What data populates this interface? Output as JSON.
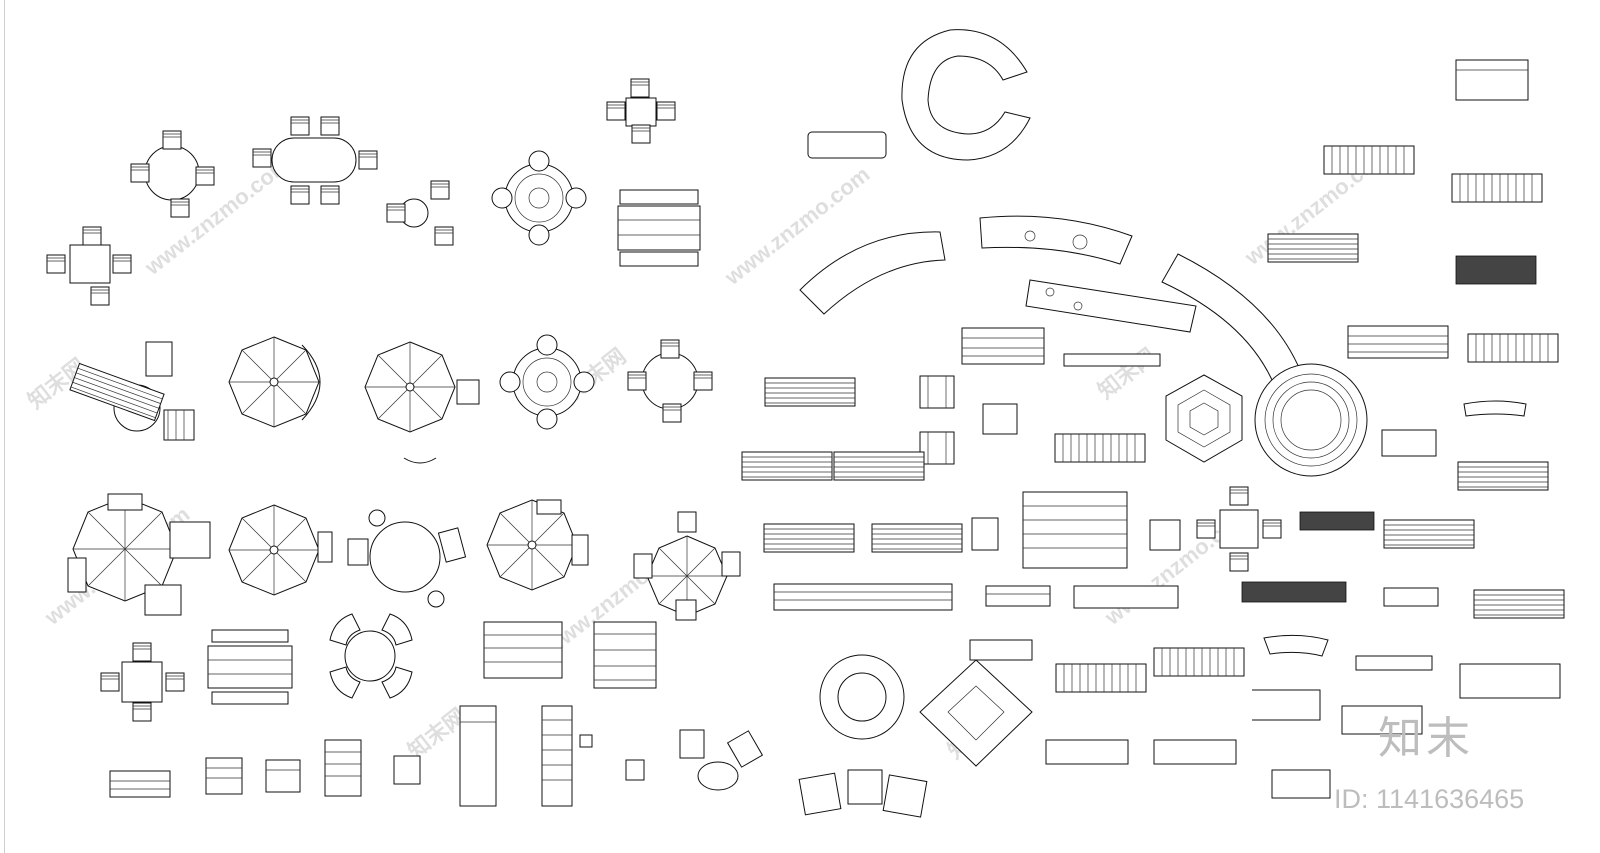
{
  "watermark": {
    "site": "www.znzmo.com",
    "brand": "知末网",
    "logo": "知末",
    "id_label": "ID: 1141636465"
  },
  "icons": {
    "furniture": "cad-furniture-plan-icon",
    "umbrella": "umbrella-plan-icon",
    "bench": "bench-plan-icon"
  }
}
